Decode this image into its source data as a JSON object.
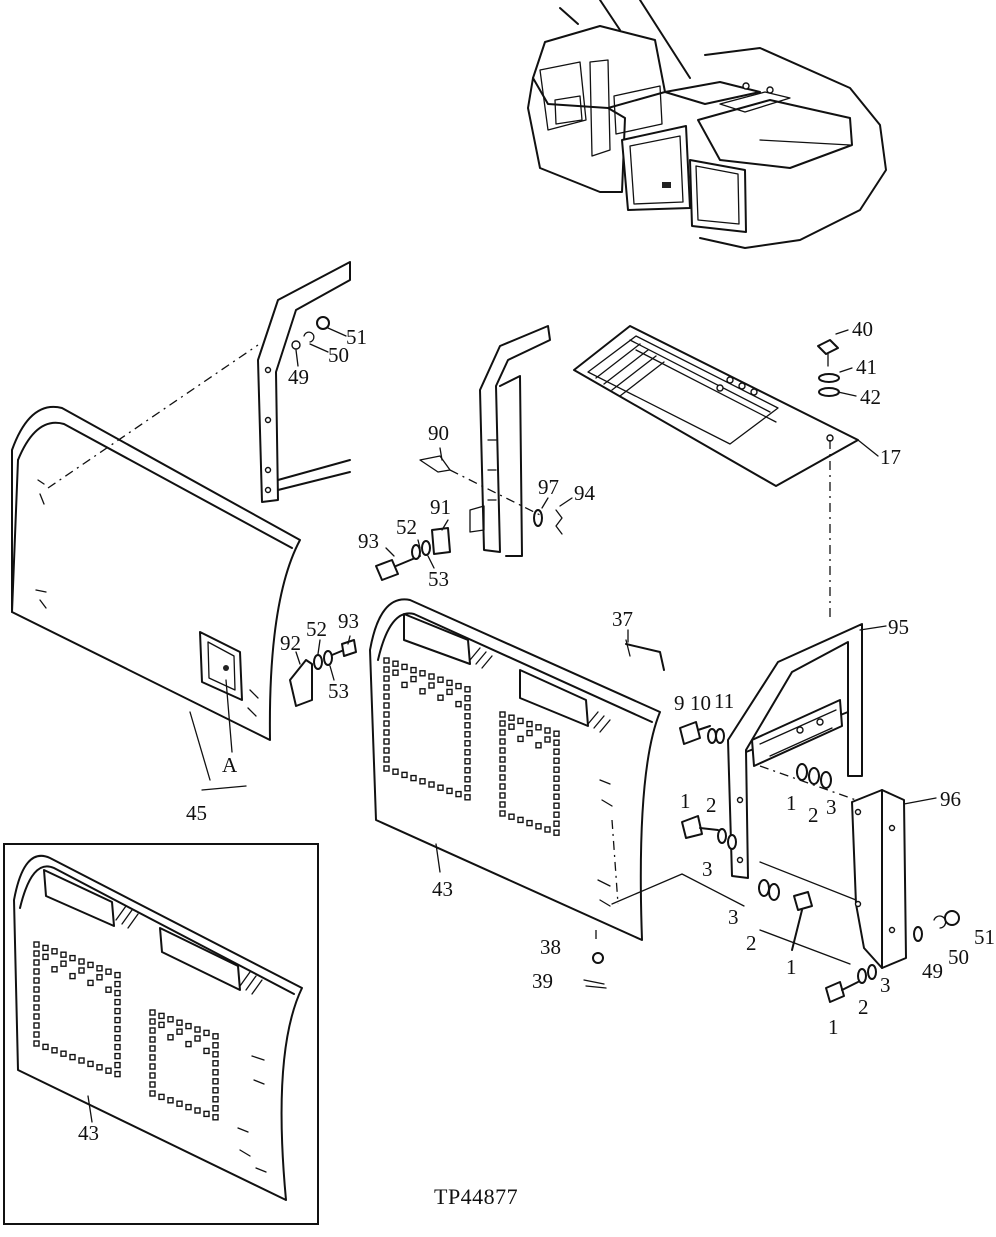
{
  "diagram": {
    "figure_code": "TP44877",
    "inset_label": "43",
    "detail_letter": "A",
    "callouts": {
      "c40": "40",
      "c41": "41",
      "c42": "42",
      "c17": "17",
      "c51a": "51",
      "c50a": "50",
      "c49a": "49",
      "c90": "90",
      "c97": "97",
      "c94": "94",
      "c91": "91",
      "c52a": "52",
      "c93a": "93",
      "c53a": "53",
      "c92": "92",
      "c52b": "52",
      "c93b": "93",
      "c53b": "53",
      "c45": "45",
      "c43": "43",
      "c37": "37",
      "c95": "95",
      "c9": "9",
      "c10": "10",
      "c11": "11",
      "c1a": "1",
      "c2a": "2",
      "c3a": "3",
      "c1b": "1",
      "c2b": "2",
      "c3b": "3",
      "c96": "96",
      "c3c": "3",
      "c2c": "2",
      "c1c": "1",
      "c38": "38",
      "c39": "39",
      "c49b": "49",
      "c50b": "50",
      "c51b": "51",
      "c3d": "3",
      "c2d": "2",
      "c1d": "1"
    }
  }
}
